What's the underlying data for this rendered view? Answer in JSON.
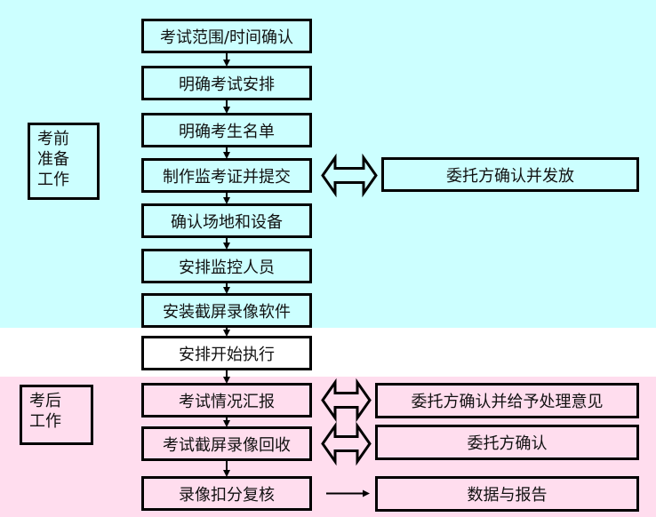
{
  "phases": {
    "pre": {
      "label_lines": [
        "考前",
        "准备",
        "工作"
      ],
      "background": "#ccffff"
    },
    "post": {
      "label_lines": [
        "考后",
        "工作"
      ],
      "background": "#ffddee"
    }
  },
  "steps": [
    "考试范围/时间确认",
    "明确考试安排",
    "明确考生名单",
    "制作监考证并提交",
    "确认场地和设备",
    "安排监控人员",
    "安装截屏录像软件",
    "安排开始执行",
    "考试情况汇报",
    "考试截屏录像回收",
    "录像扣分复核"
  ],
  "side_boxes": [
    {
      "label": "委托方确认并发放",
      "linked_step": 3,
      "connector": "double-arrow"
    },
    {
      "label": "委托方确认并给予处理意见",
      "linked_step": 8,
      "connector": "double-arrow"
    },
    {
      "label": "委托方确认",
      "linked_step": 9,
      "connector": "double-arrow"
    },
    {
      "label": "数据与报告",
      "linked_step": 10,
      "connector": "arrow-right"
    }
  ]
}
